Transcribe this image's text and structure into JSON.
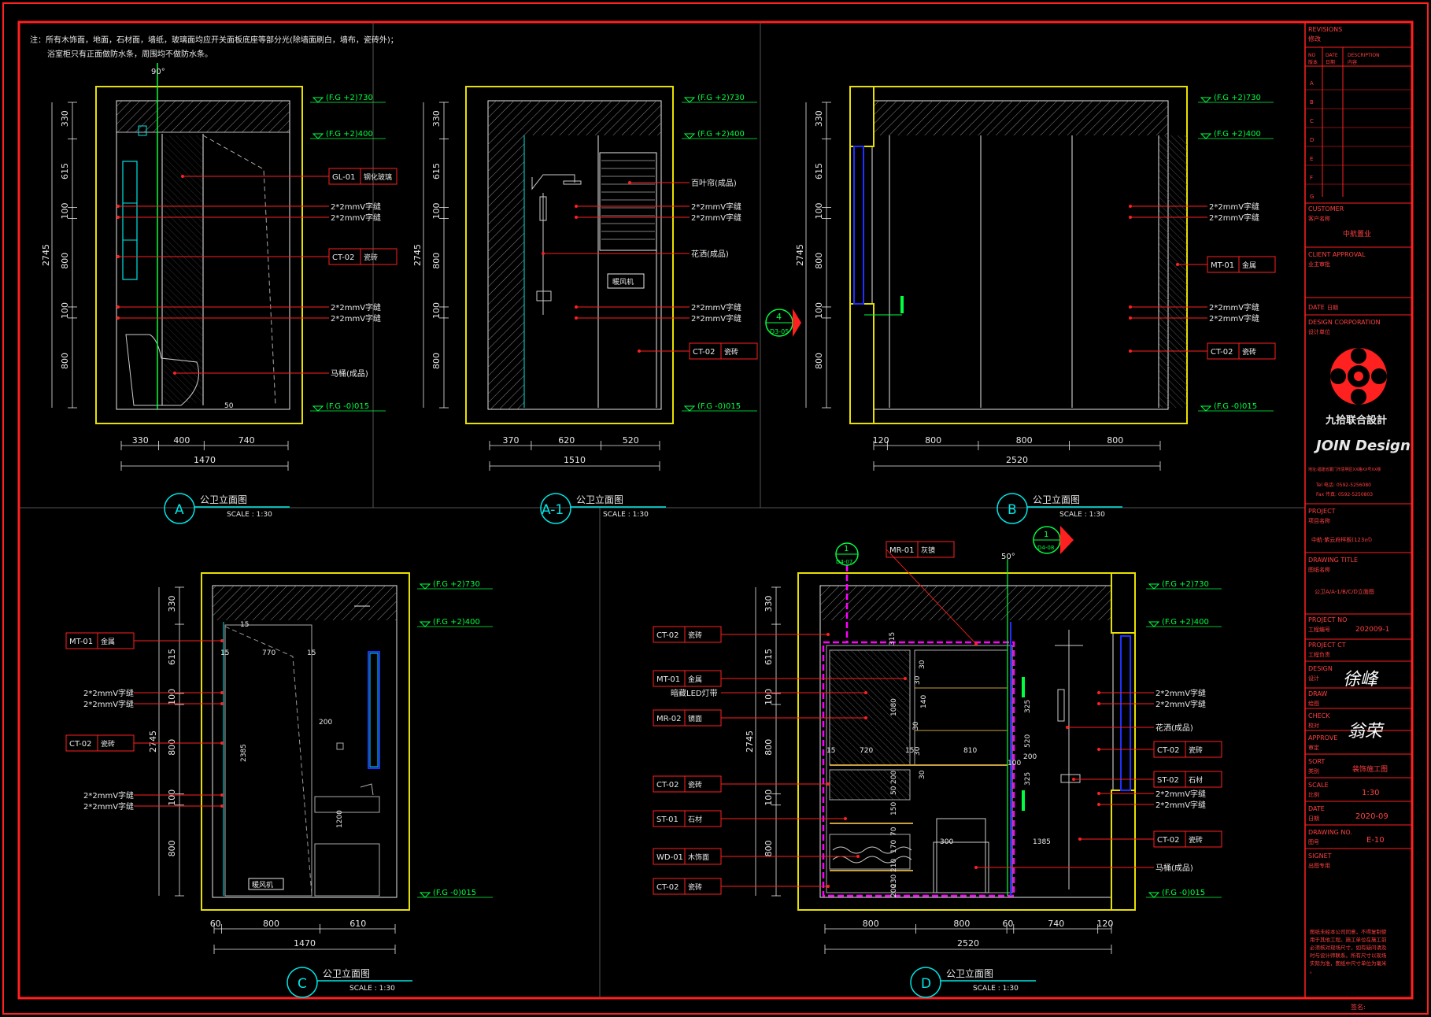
{
  "note": {
    "line1": "注：所有木饰面，地面，石材面，墙纸，玻璃面均应开关面板底座等部分光(除墙面刷白，墙布，瓷砖外)；",
    "line2": "浴室柜只有正面做防水条，周围均不做防水条。"
  },
  "levels": {
    "fg_2730": "(F.G  +2)730",
    "fg_2400": "(F.G  +2)400",
    "fg_015": "(F.G  -0)015"
  },
  "dims_vertical": [
    "330",
    "615",
    "100",
    "800",
    "100",
    "800"
  ],
  "dim_total_height": "2745",
  "elevations": [
    {
      "id": "A",
      "title": "公卫立面图",
      "scale": "SCALE : 1:30",
      "angle": "90°",
      "bottom_dims": [
        "330",
        "400",
        "740"
      ],
      "bottom_total": "1470",
      "callouts": [
        {
          "code": "GL-01",
          "name": "钢化玻璃"
        },
        {
          "code": "",
          "name": "2*2mmV字缝"
        },
        {
          "code": "",
          "name": "2*2mmV字缝"
        },
        {
          "code": "CT-02",
          "name": "瓷砖"
        },
        {
          "code": "",
          "name": "2*2mmV字缝"
        },
        {
          "code": "",
          "name": "2*2mmV字缝"
        },
        {
          "code": "",
          "name": "马桶(成品)"
        }
      ],
      "small_dim": "50"
    },
    {
      "id": "A-1",
      "title": "公卫立面图",
      "scale": "SCALE : 1:30",
      "bottom_dims": [
        "370",
        "620",
        "520"
      ],
      "bottom_total": "1510",
      "callouts": [
        {
          "code": "",
          "name": "百叶帘(成品)"
        },
        {
          "code": "",
          "name": "2*2mmV字缝"
        },
        {
          "code": "",
          "name": "2*2mmV字缝"
        },
        {
          "code": "",
          "name": "花洒(成品)"
        },
        {
          "code": "",
          "name": "2*2mmV字缝"
        },
        {
          "code": "",
          "name": "2*2mmV字缝"
        },
        {
          "code": "CT-02",
          "name": "瓷砖"
        }
      ],
      "box_label": "暖风机"
    },
    {
      "id": "B",
      "title": "公卫立面图",
      "scale": "SCALE : 1:30",
      "bottom_dims": [
        "120",
        "800",
        "800",
        "800"
      ],
      "bottom_total": "2520",
      "section_mark": {
        "num": "4",
        "ref": "D3-05"
      },
      "callouts": [
        {
          "code": "",
          "name": "2*2mmV字缝"
        },
        {
          "code": "",
          "name": "2*2mmV字缝"
        },
        {
          "code": "MT-01",
          "name": "金属"
        },
        {
          "code": "",
          "name": "2*2mmV字缝"
        },
        {
          "code": "",
          "name": "2*2mmV字缝"
        },
        {
          "code": "CT-02",
          "name": "瓷砖"
        }
      ]
    },
    {
      "id": "C",
      "title": "公卫立面图",
      "scale": "SCALE : 1:30",
      "bottom_dims": [
        "60",
        "800",
        "610"
      ],
      "bottom_total": "1470",
      "inner_dims": [
        "15",
        "770",
        "15",
        "200",
        "2385",
        "1200"
      ],
      "box_label": "暖风机",
      "callouts": [
        {
          "code": "MT-01",
          "name": "金属"
        },
        {
          "code": "",
          "name": "2*2mmV字缝"
        },
        {
          "code": "",
          "name": "2*2mmV字缝"
        },
        {
          "code": "CT-02",
          "name": "瓷砖"
        },
        {
          "code": "",
          "name": "2*2mmV字缝"
        },
        {
          "code": "",
          "name": "2*2mmV字缝"
        }
      ]
    },
    {
      "id": "D",
      "title": "公卫立面图",
      "scale": "SCALE : 1:30",
      "bottom_dims": [
        "800",
        "800",
        "60",
        "740",
        "120"
      ],
      "bottom_total": "2520",
      "angle": "50°",
      "marks": [
        {
          "num": "1",
          "ref": "D4-07"
        },
        {
          "num": "1",
          "ref": "D4-08"
        }
      ],
      "inner_dims": [
        "315",
        "1080",
        "720",
        "810",
        "1385",
        "300",
        "325",
        "520",
        "200",
        "325",
        "100",
        "15",
        "15",
        "200",
        "50",
        "150",
        "70",
        "170",
        "210",
        "230",
        "30",
        "140",
        "30",
        "30",
        "30",
        "30",
        "200"
      ],
      "left_callouts": [
        {
          "code": "CT-02",
          "name": "瓷砖"
        },
        {
          "code": "MT-01",
          "name": "金属"
        },
        {
          "code": "",
          "name": "暗藏LED灯带"
        },
        {
          "code": "MR-02",
          "name": "镜面"
        },
        {
          "code": "CT-02",
          "name": "瓷砖"
        },
        {
          "code": "ST-01",
          "name": "石材"
        },
        {
          "code": "WD-01",
          "name": "木饰面"
        },
        {
          "code": "CT-02",
          "name": "瓷砖"
        }
      ],
      "top_callout": {
        "code": "MR-01",
        "name": "灰镜"
      },
      "right_callouts": [
        {
          "code": "",
          "name": "2*2mmV字缝"
        },
        {
          "code": "",
          "name": "2*2mmV字缝"
        },
        {
          "code": "",
          "name": "花洒(成品)"
        },
        {
          "code": "CT-02",
          "name": "瓷砖"
        },
        {
          "code": "ST-02",
          "name": "石材"
        },
        {
          "code": "",
          "name": "2*2mmV字缝"
        },
        {
          "code": "",
          "name": "2*2mmV字缝"
        },
        {
          "code": "CT-02",
          "name": "瓷砖"
        },
        {
          "code": "",
          "name": "马桶(成品)"
        }
      ]
    }
  ],
  "title_block": {
    "revisions_en": "REVISIONS",
    "revisions_cn": "修改",
    "rev_head": [
      "NO",
      "DATE",
      "DESCRIPTION"
    ],
    "rev_head_cn": [
      "版本",
      "日期",
      "内容"
    ],
    "rev_rows": [
      "A",
      "B",
      "C",
      "D",
      "E",
      "F",
      "G"
    ],
    "customer_en": "CUSTOMER",
    "customer_cn": "客户名称",
    "customer_val": "中航置业",
    "client_approval_en": "CLIENT APPROVAL",
    "client_approval_cn": "业主审批",
    "date_en": "DATE",
    "date_cn": "日期",
    "design_corp_en": "DESIGN CORPORATION",
    "design_corp_cn": "设计单位",
    "company_cn": "九拾联合設計",
    "company_en": "JOIN Design",
    "address": "地址:福建省厦门市思明区XX路XX号XX楼",
    "tel": "Tel 电话: 0592-5256080",
    "fax": "Fax 传真: 0592-5250803",
    "project_en": "PROJECT",
    "project_cn": "项目名称",
    "project_val": "中航·紫云府样板(123㎡)",
    "drawing_title_en": "DRAWING TITLE",
    "drawing_title_cn": "图纸名称",
    "drawing_title_val": "公卫A/A-1/B/C/D立面图",
    "project_no_en": "PROJECT NO",
    "project_no_cn": "工程编号",
    "project_no_val": "202009-1",
    "project_ct_en": "PROJECT CT",
    "project_ct_cn": "工程负责",
    "design_en": "DESIGN",
    "design_cn": "设计",
    "draw_en": "DRAW",
    "draw_cn": "绘图",
    "check_en": "CHECK",
    "check_cn": "校对",
    "approve_en": "APPROVE",
    "approve_cn": "审定",
    "sort_en": "SORT",
    "sort_cn": "类别",
    "sort_val": "装饰施工图",
    "scale_en": "SCALE",
    "scale_cn": "比例",
    "scale_val": "1:30",
    "date2_en": "DATE",
    "date2_cn": "日期",
    "date2_val": "2020-09",
    "drawing_no_en": "DRAWING NO.",
    "drawing_no_cn": "图号",
    "drawing_no_val": "E-10",
    "signet_en": "SIGNET",
    "signet_cn": "出图专用",
    "sign1": "徐峰",
    "sign2": "翁荣",
    "notes": "图纸未经本公司同意，不得复制使用于其他工程。施工单位在施工前必须核对现场尺寸，如有疑问请及时与设计师联系。所有尺寸以现场实际为准，图纸中尺寸单位为毫米。",
    "footer": "签名:"
  },
  "colors": {
    "red": "#ff2020",
    "yellow": "#e8e000",
    "cyan": "#00e5e5",
    "green": "#00ff40",
    "magenta": "#ff00ff",
    "blue": "#2030ff",
    "white": "#e8e8e8",
    "grey": "#808080"
  }
}
